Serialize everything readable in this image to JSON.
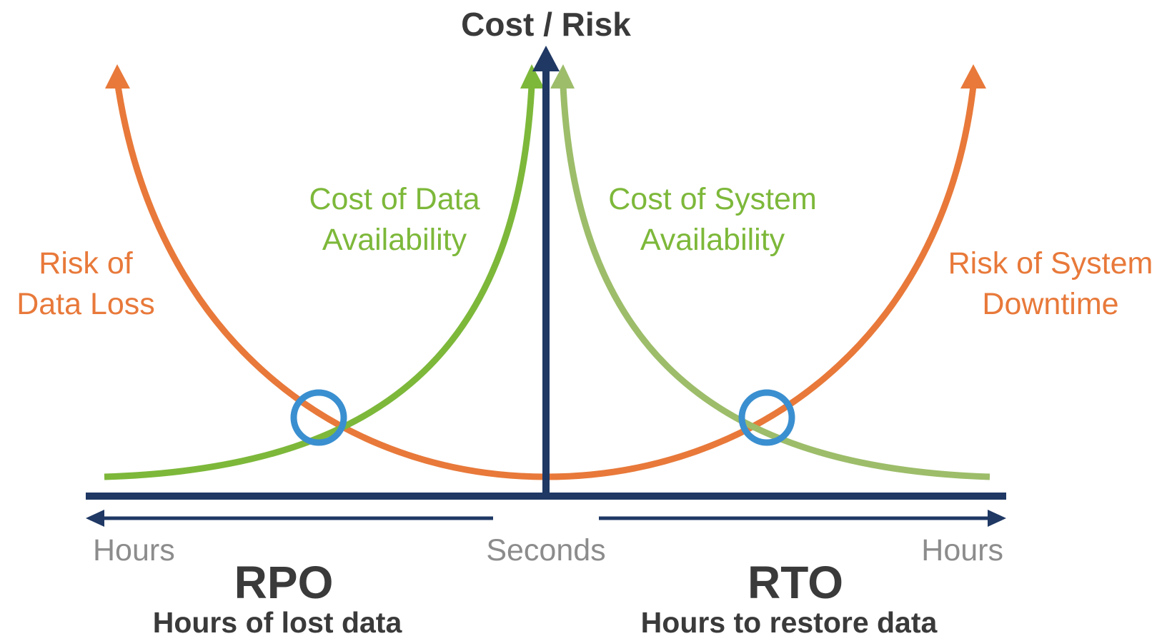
{
  "title": "Cost / Risk",
  "colors": {
    "axis": "#1f3864",
    "risk": "#e8793a",
    "cost_data": "#7db83a",
    "cost_system": "#9dbd6a",
    "marker": "#3a8fd0",
    "tick_text": "#8c8c8c",
    "heading_text": "#3a3a3a"
  },
  "curves": {
    "risk_data_loss": [
      "Risk of",
      "Data Loss"
    ],
    "cost_data_availability": [
      "Cost of Data",
      "Availability"
    ],
    "cost_system_availability": [
      "Cost of System",
      "Availability"
    ],
    "risk_system_downtime": [
      "Risk of System",
      "Downtime"
    ]
  },
  "axis_ticks": {
    "left": "Hours",
    "center": "Seconds",
    "right": "Hours"
  },
  "rpo": {
    "heading": "RPO",
    "subheading": "Hours of lost data"
  },
  "rto": {
    "heading": "RTO",
    "subheading": "Hours to restore data"
  }
}
